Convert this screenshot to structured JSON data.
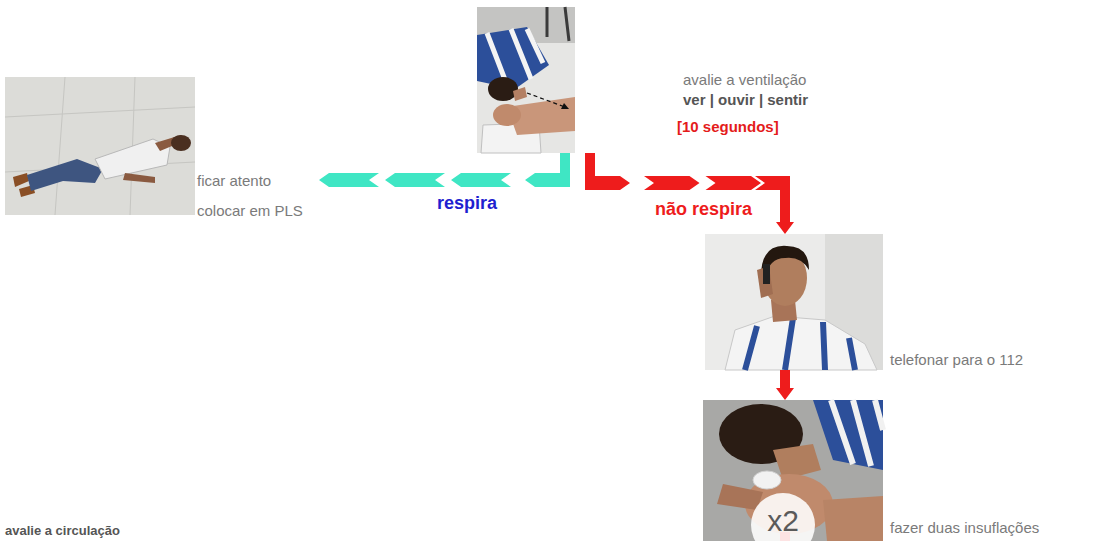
{
  "diagram": {
    "nodes": [
      {
        "text": [
          "avalie a ventilação",
          "ver | ouvir | sentir",
          "[10 segundos]"
        ]
      },
      {
        "text": [
          "ficar atento colocar em PLS"
        ]
      },
      {
        "text": [
          "telefonar para o 112"
        ]
      },
      {
        "text": [
          "fazer duas insuflações"
        ]
      },
      {
        "text": [
          "x2"
        ],
        "in": 3
      }
    ],
    "edges": [
      {
        "from": 0,
        "to": 1,
        "label": "respira",
        "arrow": "to"
      },
      {
        "from": 0,
        "to": 2,
        "label": "não respira",
        "arrow": "to"
      },
      {
        "from": 2,
        "to": 3,
        "arrow": "to"
      }
    ],
    "labels": [
      "avalie a circulação"
    ]
  }
}
